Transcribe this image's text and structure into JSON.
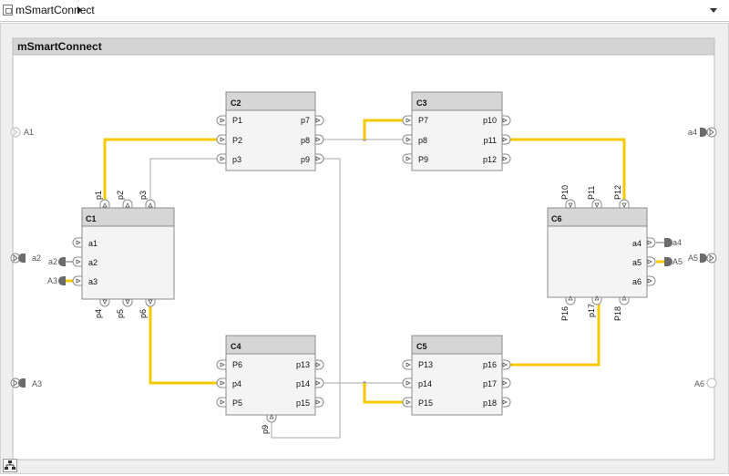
{
  "breadcrumb": {
    "model_name": "mSmartConnect"
  },
  "colors": {
    "wire_highlight": "#f5c800",
    "wire_plain": "#a8a8a8",
    "block_header": "#d6d6d6",
    "block_body": "#f4f4f4"
  },
  "diagram": {
    "title": "mSmartConnect",
    "blocks": {
      "C1": {
        "name": "C1",
        "ports": {
          "p1": "p1",
          "p2": "p2",
          "p3": "p3",
          "a1": "a1",
          "a2": "a2",
          "a3": "a3",
          "p4": "p4",
          "p5": "p5",
          "p6": "p6"
        }
      },
      "C2": {
        "name": "C2",
        "ports": {
          "P1": "P1",
          "P2": "P2",
          "p3": "p3",
          "p7": "p7",
          "p8": "p8",
          "p9": "p9"
        }
      },
      "C3": {
        "name": "C3",
        "ports": {
          "P7": "P7",
          "p8": "p8",
          "P9": "P9",
          "p10": "p10",
          "p11": "p11",
          "p12": "p12"
        }
      },
      "C4": {
        "name": "C4",
        "ports": {
          "P6": "P6",
          "p4": "p4",
          "P5": "P5",
          "p13": "p13",
          "p14": "p14",
          "p15": "p15",
          "p9": "p9"
        }
      },
      "C5": {
        "name": "C5",
        "ports": {
          "P13": "P13",
          "p14": "p14",
          "P15": "P15",
          "p16": "p16",
          "p17": "p17",
          "p18": "p18"
        }
      },
      "C6": {
        "name": "C6",
        "ports": {
          "P10": "P10",
          "P11": "P11",
          "P12": "P12",
          "a4": "a4",
          "a5": "a5",
          "a6": "a6",
          "P16": "P16",
          "p17": "p17",
          "P18": "P18"
        }
      }
    },
    "external_ports": {
      "left": {
        "A1": "A1",
        "A2": "a2",
        "A3": "A3"
      },
      "right": {
        "a4": "a4",
        "A5": "A5",
        "A6": "A6"
      }
    },
    "inner_ports": {
      "a2": "a2",
      "A3": "A3",
      "a4": "a4",
      "A5": "A5"
    }
  }
}
